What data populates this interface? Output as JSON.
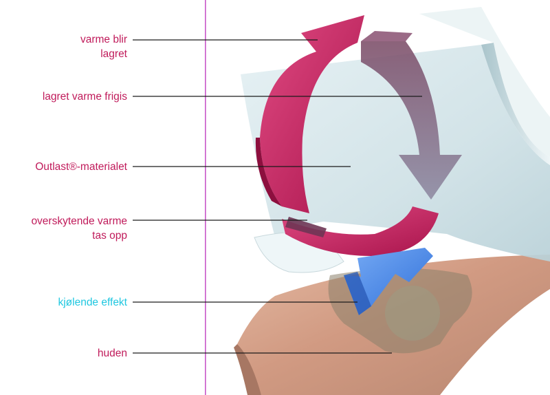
{
  "colors": {
    "label": "#c01a5a",
    "cooling_label": "#1fc7e0",
    "divider": "#c857c9",
    "leader": "#1a1a1a",
    "arrow_warm": "#c4175a",
    "arrow_cool": "#4a86ea",
    "fabric": "#c9dde2",
    "skin": "#d69e86"
  },
  "labels": {
    "heat_stored": [
      "varme blir",
      "lagret"
    ],
    "heat_released": "lagret varme frigis",
    "material": "Outlast®-materialet",
    "excess_absorbed": [
      "overskytende varme",
      "tas opp"
    ],
    "cooling": "kjølende effekt",
    "skin": "huden"
  }
}
